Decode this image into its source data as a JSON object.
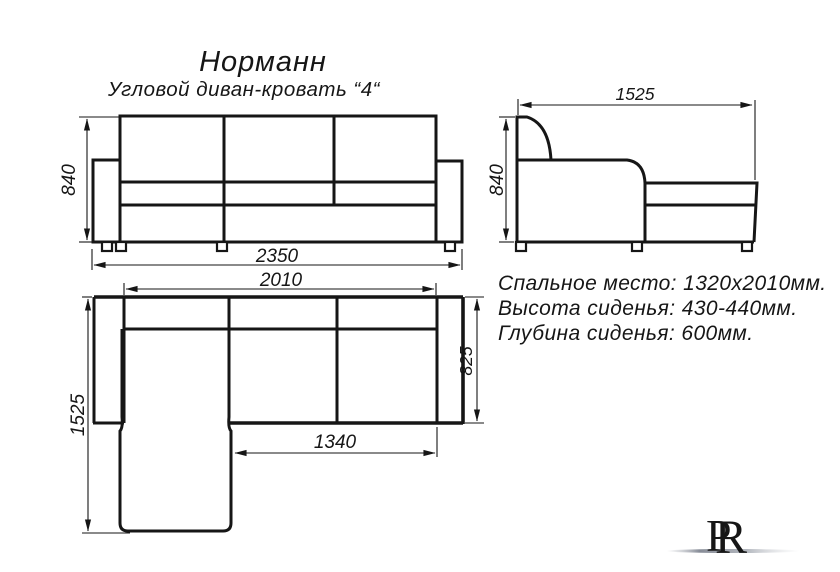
{
  "title": "Норманн",
  "subtitle": "Угловой диван-кровать “4“",
  "front_view": {
    "height_mm": "840",
    "width_mm": "2350"
  },
  "side_view": {
    "width_mm": "1525",
    "height_mm": "840"
  },
  "top_view": {
    "width_mm": "2010",
    "length_mm": "1525",
    "depth_mm": "825",
    "seat_front_mm": "1340"
  },
  "specs": {
    "sleeping_area": "Спальное место: 1320x2010мм.",
    "seat_height": "Высота сиденья: 430-440мм.",
    "seat_depth": "Глубина сиденья: 600мм."
  },
  "logo": {
    "letter_p": "P",
    "letter_r": "R"
  },
  "colors": {
    "line": "#161616",
    "background": "#ffffff",
    "logo": "#272b39"
  }
}
